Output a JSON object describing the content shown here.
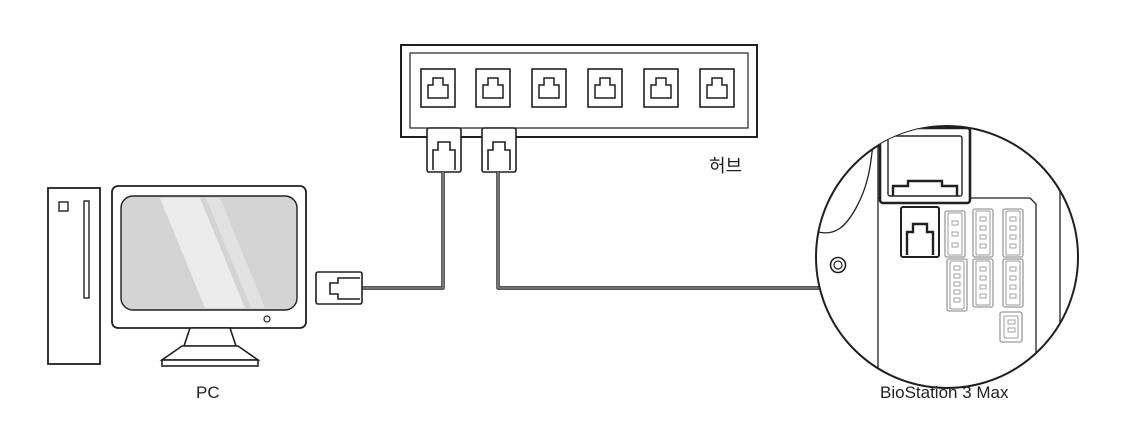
{
  "labels": {
    "hub": "허브",
    "pc": "PC",
    "device": "BioStation 3 Max"
  },
  "colors": {
    "line": "#231f20",
    "cable": "#8a8a8a",
    "connector": "#9a9a9a"
  },
  "icons": [
    "hub-icon",
    "pc-tower-icon",
    "monitor-icon",
    "rj45-plug-icon",
    "device-closeup-icon"
  ]
}
